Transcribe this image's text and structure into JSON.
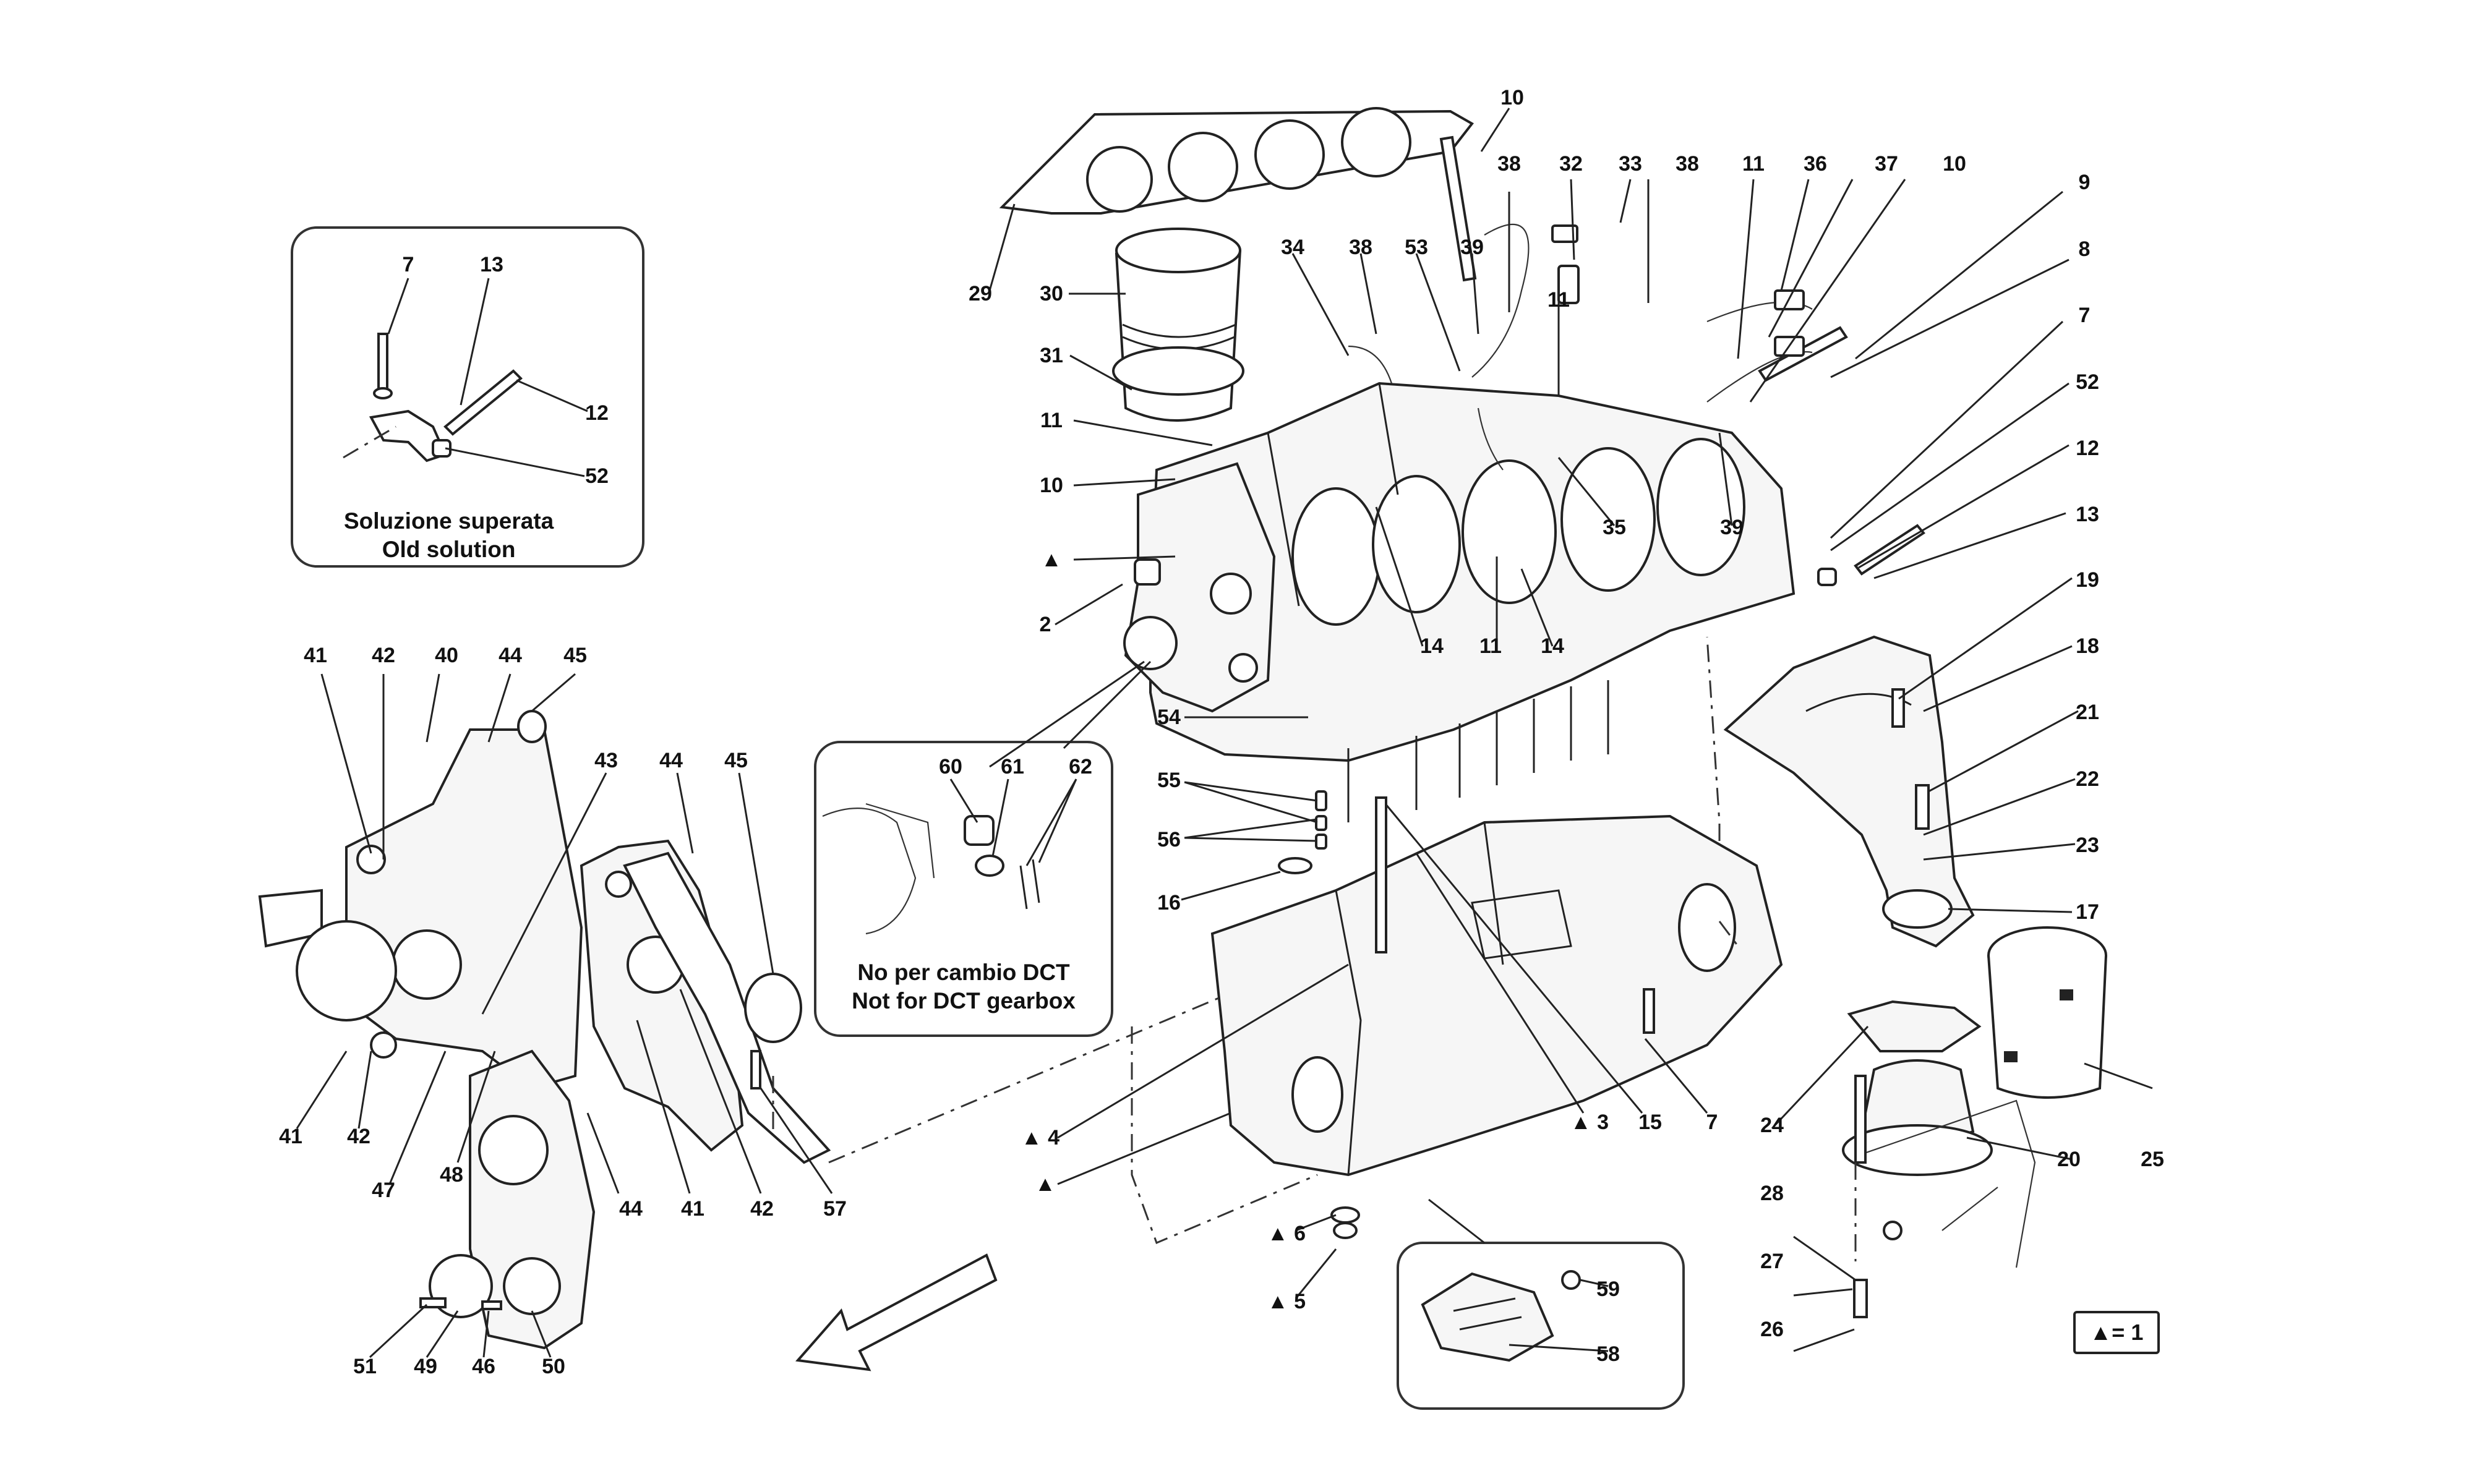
{
  "callouts": {
    "main": [
      "10",
      "38",
      "32",
      "33",
      "38",
      "11",
      "36",
      "37",
      "10",
      "9",
      "8",
      "7",
      "52",
      "12",
      "13",
      "19",
      "18",
      "21",
      "22",
      "23",
      "17",
      "25",
      "20",
      "24",
      "28",
      "27",
      "26",
      "34",
      "38",
      "53",
      "39",
      "11",
      "35",
      "39",
      "14",
      "11",
      "14",
      "29",
      "30",
      "31",
      "11",
      "10",
      "2",
      "54",
      "55",
      "56",
      "16",
      "15",
      "7",
      "3",
      "4",
      "6",
      "5",
      "59",
      "58"
    ],
    "old_solution": [
      "7",
      "13",
      "12",
      "52"
    ],
    "dct": [
      "60",
      "61",
      "62"
    ],
    "front": [
      "41",
      "42",
      "40",
      "44",
      "45",
      "43",
      "44",
      "45",
      "41",
      "42",
      "47",
      "48",
      "44",
      "41",
      "42",
      "57",
      "51",
      "49",
      "46",
      "50"
    ]
  },
  "triangle_labels": [
    "▲",
    "▲ 4",
    "▲",
    "▲ 3",
    "▲ 6",
    "▲ 5"
  ],
  "captions": {
    "old_solution_it": "Soluzione superata",
    "old_solution_en": "Old solution",
    "dct_it": "No per cambio DCT",
    "dct_en": "Not for DCT gearbox"
  },
  "legend": "▲= 1",
  "icons": {
    "direction": "forward-arrow-icon",
    "triangle": "triangle-marker-icon"
  }
}
